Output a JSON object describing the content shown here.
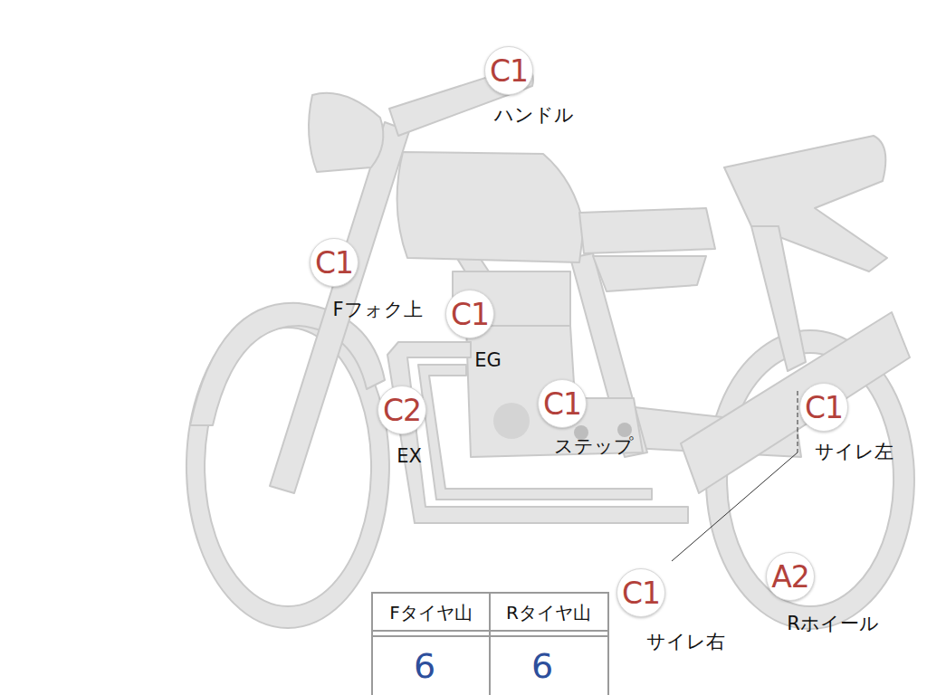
{
  "diagram": {
    "nodes": [
      {
        "text": [
          "C1",
          "ハンドル"
        ]
      },
      {
        "text": [
          "C1",
          "Fフォク上"
        ]
      },
      {
        "text": [
          "C1",
          "EG"
        ]
      },
      {
        "text": [
          "C2",
          "EX"
        ]
      },
      {
        "text": [
          "C1",
          "ステップ"
        ]
      },
      {
        "text": [
          "C1",
          "サイレ左"
        ]
      },
      {
        "text": [
          "C1",
          "サイレ右"
        ]
      },
      {
        "text": [
          "A2",
          "Rホイール"
        ]
      }
    ],
    "labels": [
      "Fタイヤ山",
      "Rタイヤ山",
      "6",
      "6"
    ]
  }
}
